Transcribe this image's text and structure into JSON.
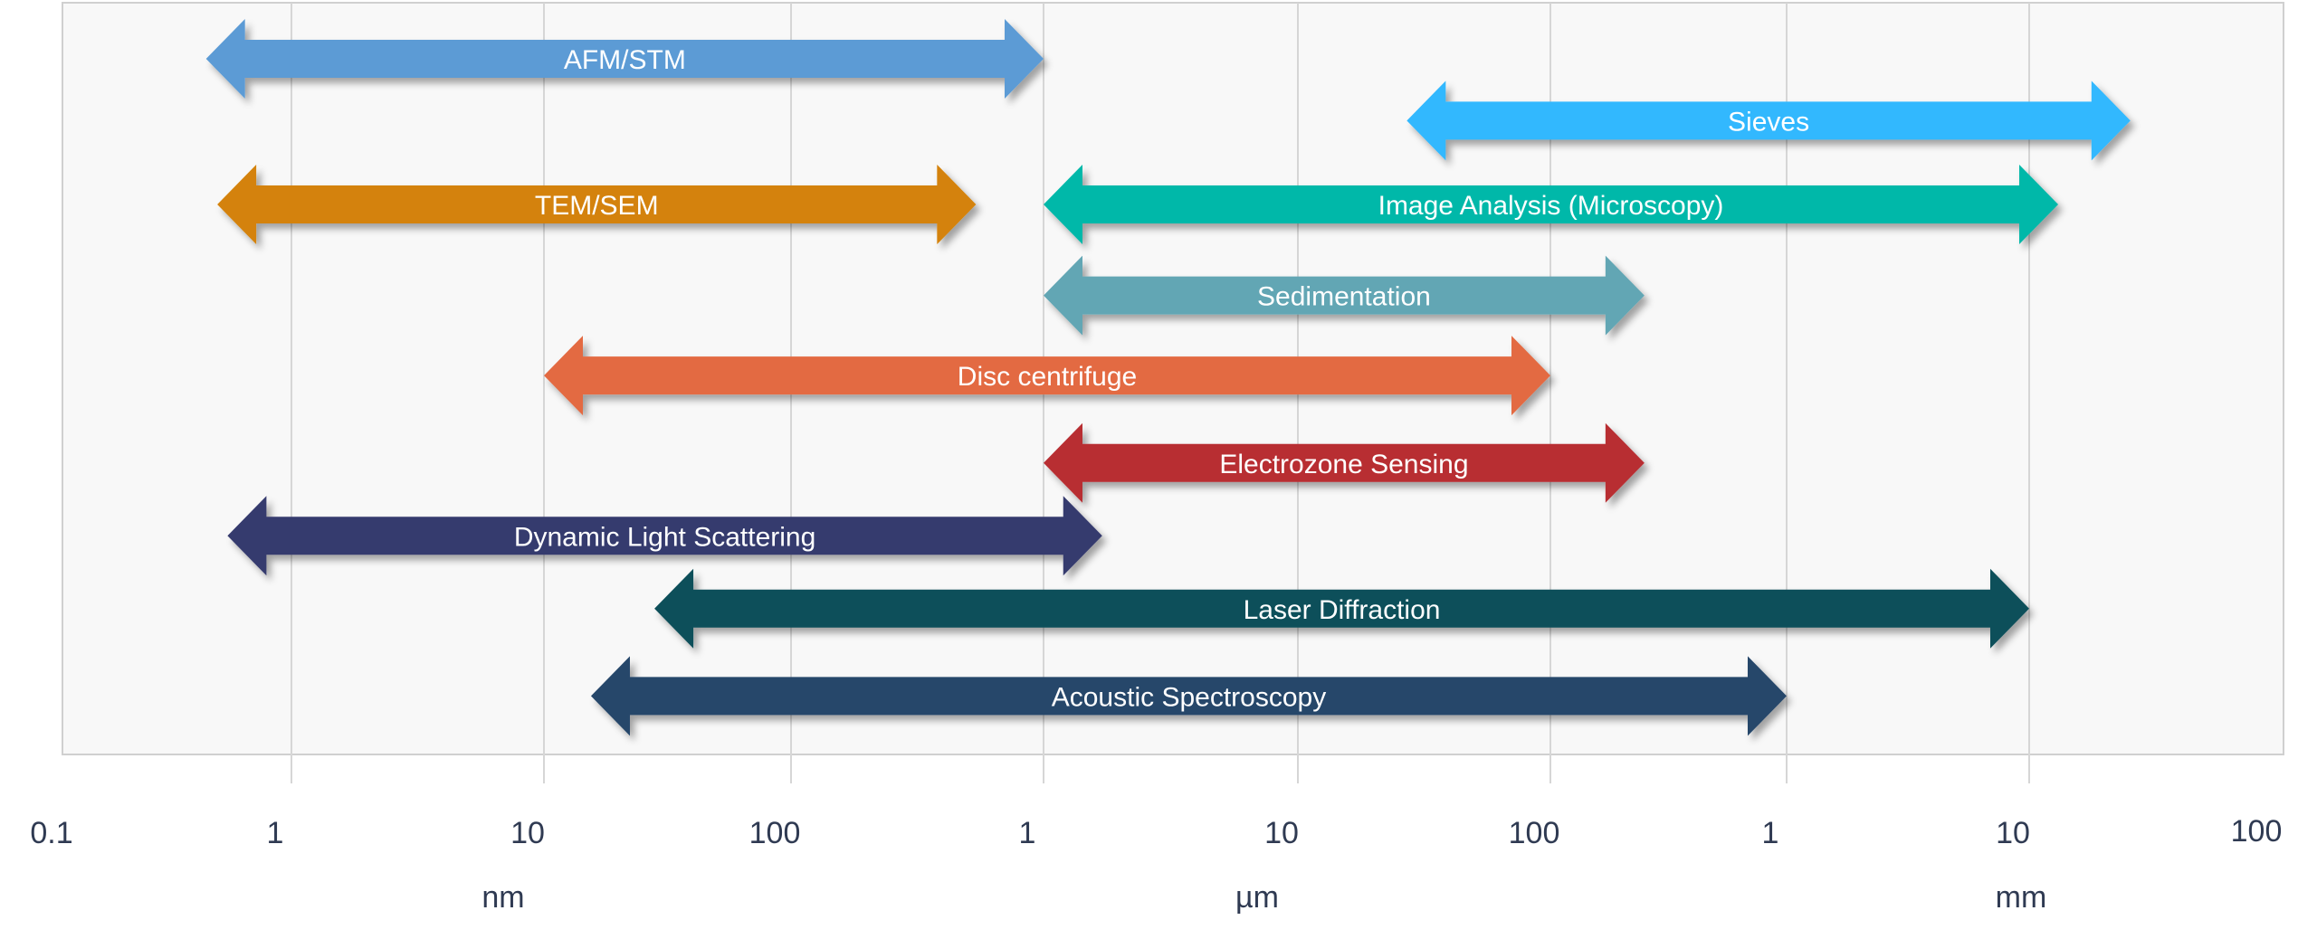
{
  "chart_data": {
    "type": "range-arrows",
    "title": "",
    "xscale": "log",
    "xunit_base": "nm",
    "xlim_nm": [
      0.1,
      100000000
    ],
    "grid": true,
    "tick_labels": [
      "0.1",
      "1",
      "10",
      "100",
      "1",
      "10",
      "100",
      "1",
      "10",
      "100"
    ],
    "tick_values_nm": [
      0.1,
      1,
      10,
      100,
      1000,
      10000,
      100000,
      1000000,
      10000000,
      100000000
    ],
    "unit_labels": [
      {
        "text": "nm",
        "center_nm": 10
      },
      {
        "text": "µm",
        "center_nm": 10000
      },
      {
        "text": "mm",
        "center_nm": 10000000
      }
    ],
    "series": [
      {
        "name": "AFM/STM",
        "min_nm": 0.45,
        "max_nm": 1000,
        "color": "#5b9bd5",
        "row": 0
      },
      {
        "name": "Sieves",
        "min_nm": 27000,
        "max_nm": 25000000,
        "color": "#33b8fe",
        "row": 0.85
      },
      {
        "name": "TEM/SEM",
        "min_nm": 0.5,
        "max_nm": 540,
        "color": "#d48207",
        "row": 2
      },
      {
        "name": "Image Analysis (Microscopy)",
        "min_nm": 1000,
        "max_nm": 13000000,
        "color": "#00b8a9",
        "row": 2
      },
      {
        "name": "Sedimentation",
        "min_nm": 1000,
        "max_nm": 250000,
        "color": "#62a6b4",
        "row": 3.25
      },
      {
        "name": "Disc centrifuge",
        "min_nm": 10,
        "max_nm": 100000,
        "color": "#e36b43",
        "row": 4.35
      },
      {
        "name": "Electrozone Sensing",
        "min_nm": 1000,
        "max_nm": 250000,
        "color": "#b82e33",
        "row": 5.55
      },
      {
        "name": "Dynamic Light Scattering",
        "min_nm": 0.55,
        "max_nm": 1700,
        "color": "#363a6e",
        "row": 6.55
      },
      {
        "name": "Laser Diffraction",
        "min_nm": 28,
        "max_nm": 10000000,
        "color": "#0f505a",
        "row": 7.55
      },
      {
        "name": "Acoustic Spectroscopy",
        "min_nm": 15.5,
        "max_nm": 1000000,
        "color": "#25466b",
        "row": 8.75
      }
    ]
  }
}
